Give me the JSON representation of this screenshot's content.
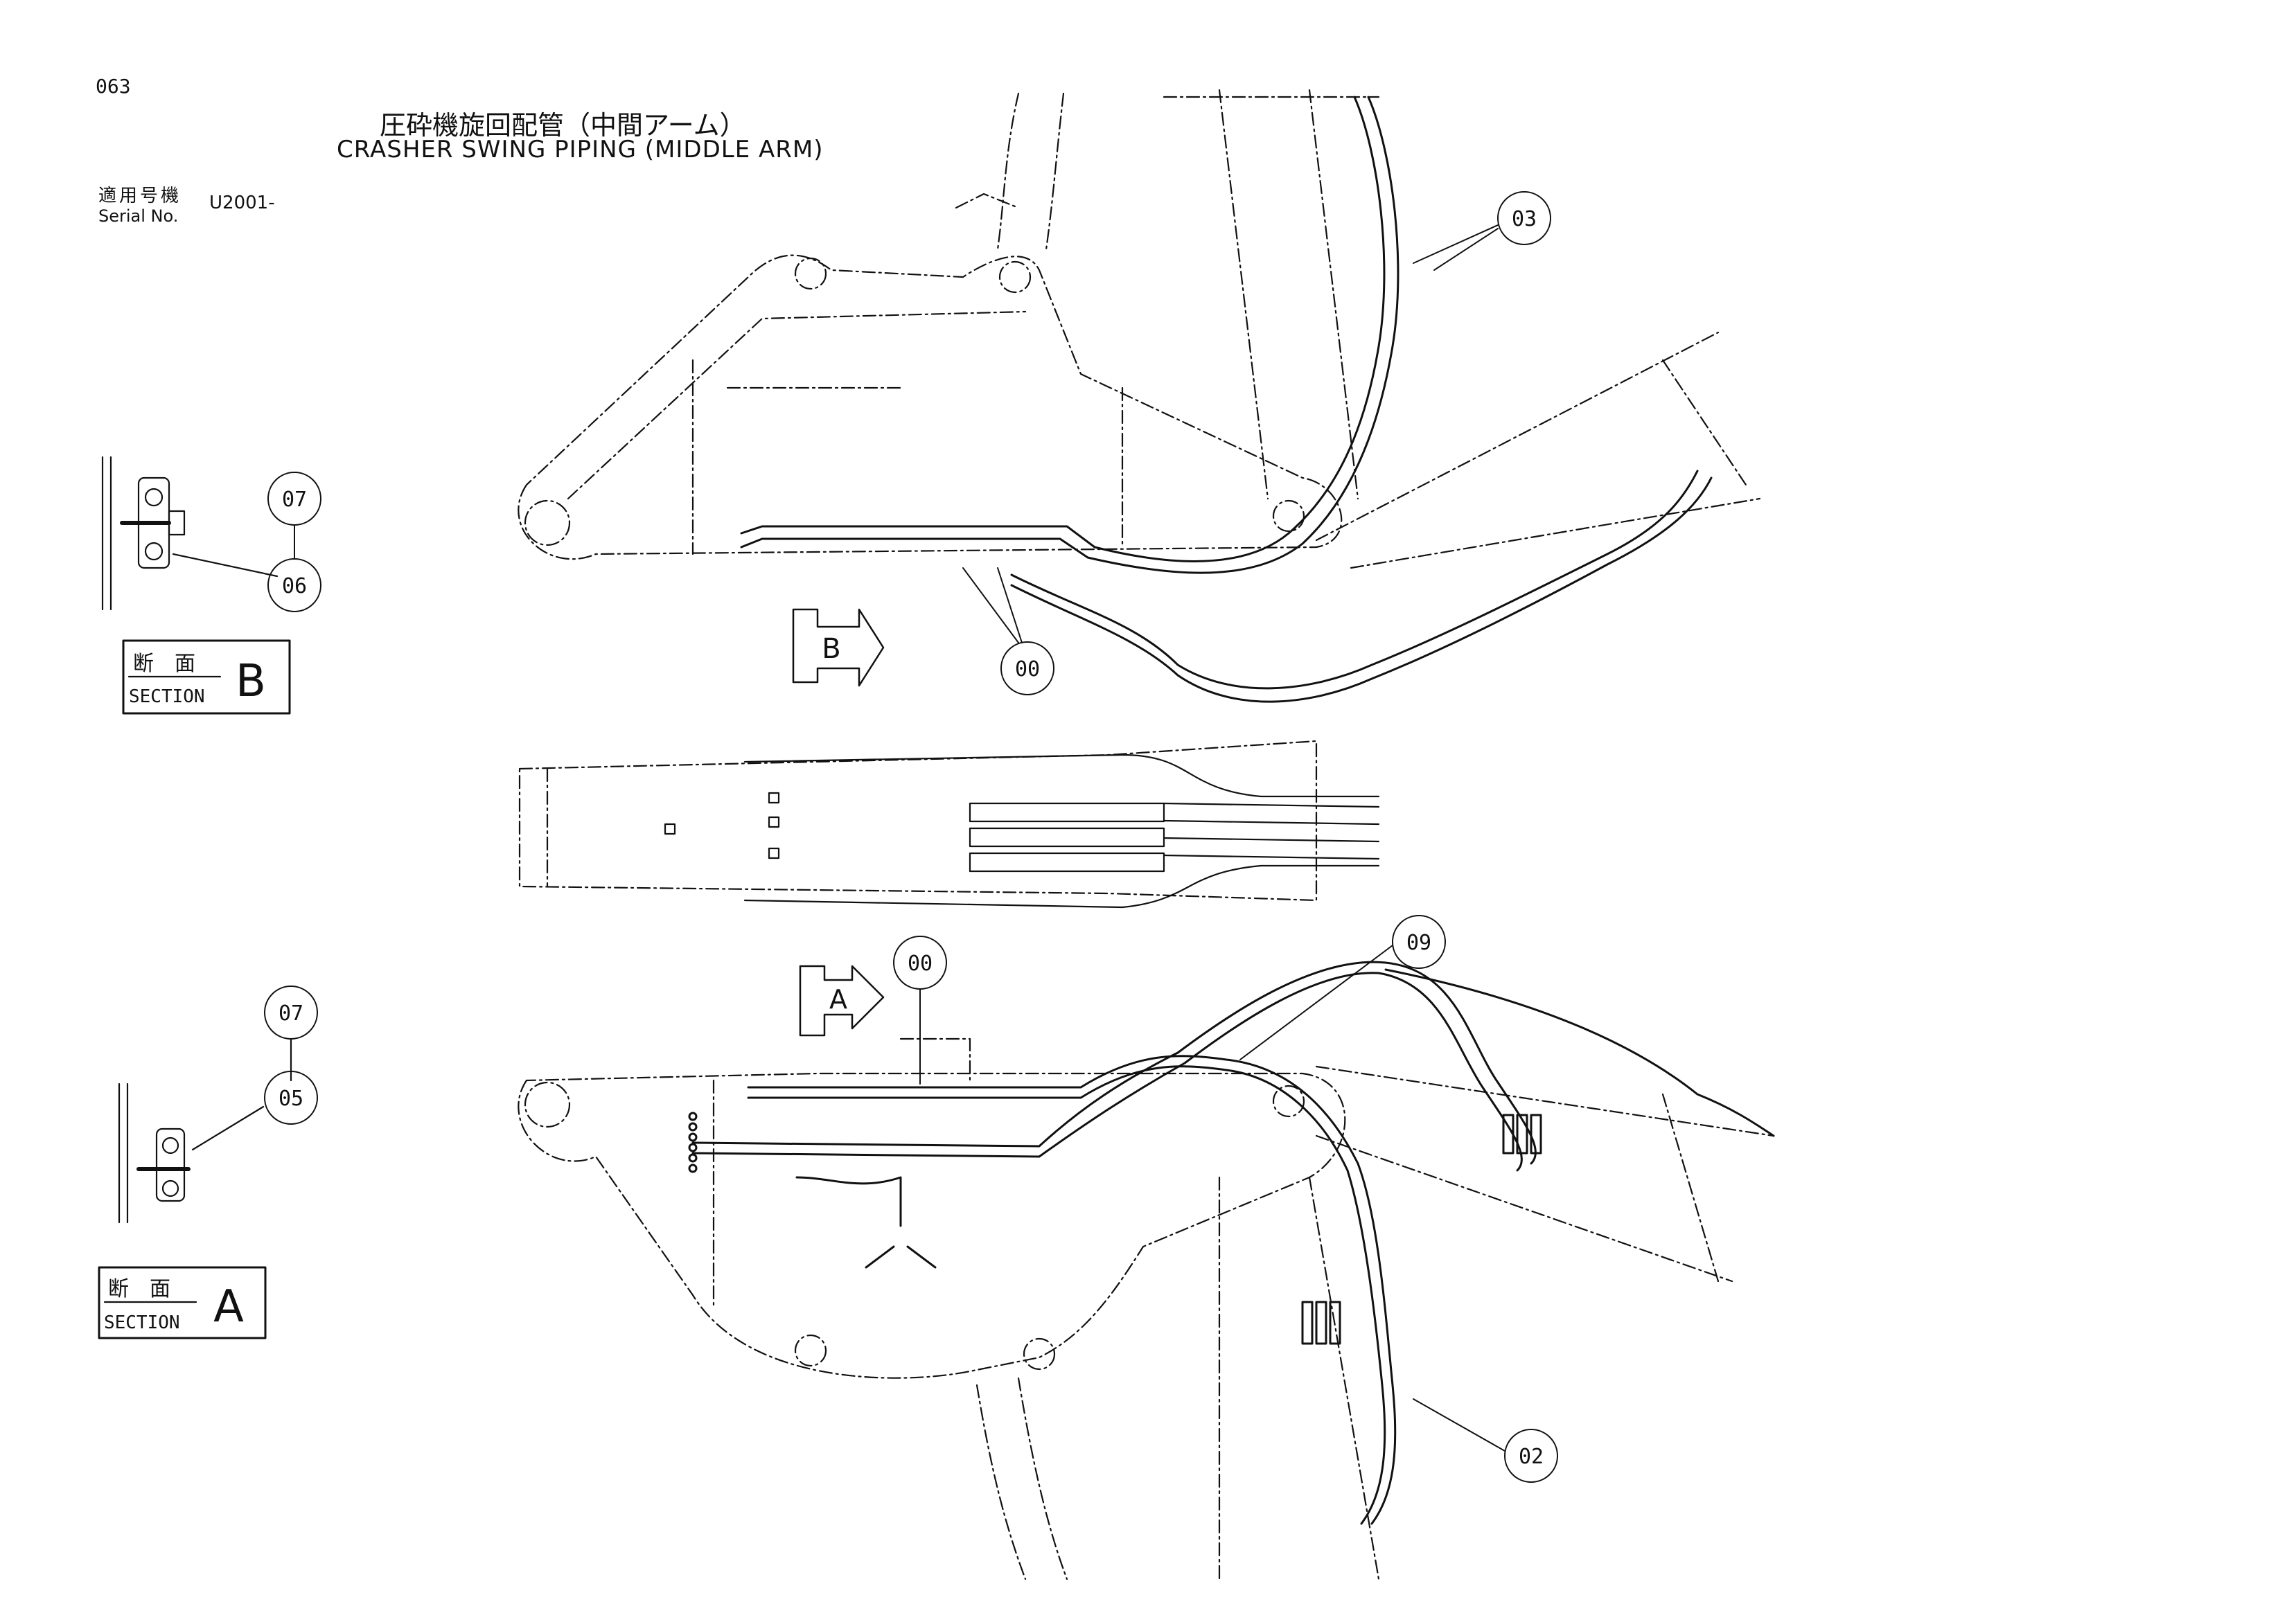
{
  "header": {
    "page_number": "063",
    "title_jp": "圧砕機旋回配管（中間アーム）",
    "title_en": "CRASHER SWING PIPING (MIDDLE ARM)",
    "serial_label_jp": "適用号機",
    "serial_label_en": "Serial No.",
    "serial_value": "U2001-"
  },
  "sections": {
    "b": {
      "label_jp": "断　面",
      "label_en": "SECTION",
      "letter": "B"
    },
    "a": {
      "label_jp": "断　面",
      "label_en": "SECTION",
      "letter": "A"
    }
  },
  "view_arrows": {
    "b": "B",
    "a": "A"
  },
  "callouts": {
    "c03": "03",
    "c07_b": "07",
    "c06": "06",
    "c00_top": "00",
    "c00_mid": "00",
    "c09": "09",
    "c07_a": "07",
    "c05": "05",
    "c02": "02"
  },
  "colors": {
    "line": "#111111",
    "background": "#ffffff"
  }
}
